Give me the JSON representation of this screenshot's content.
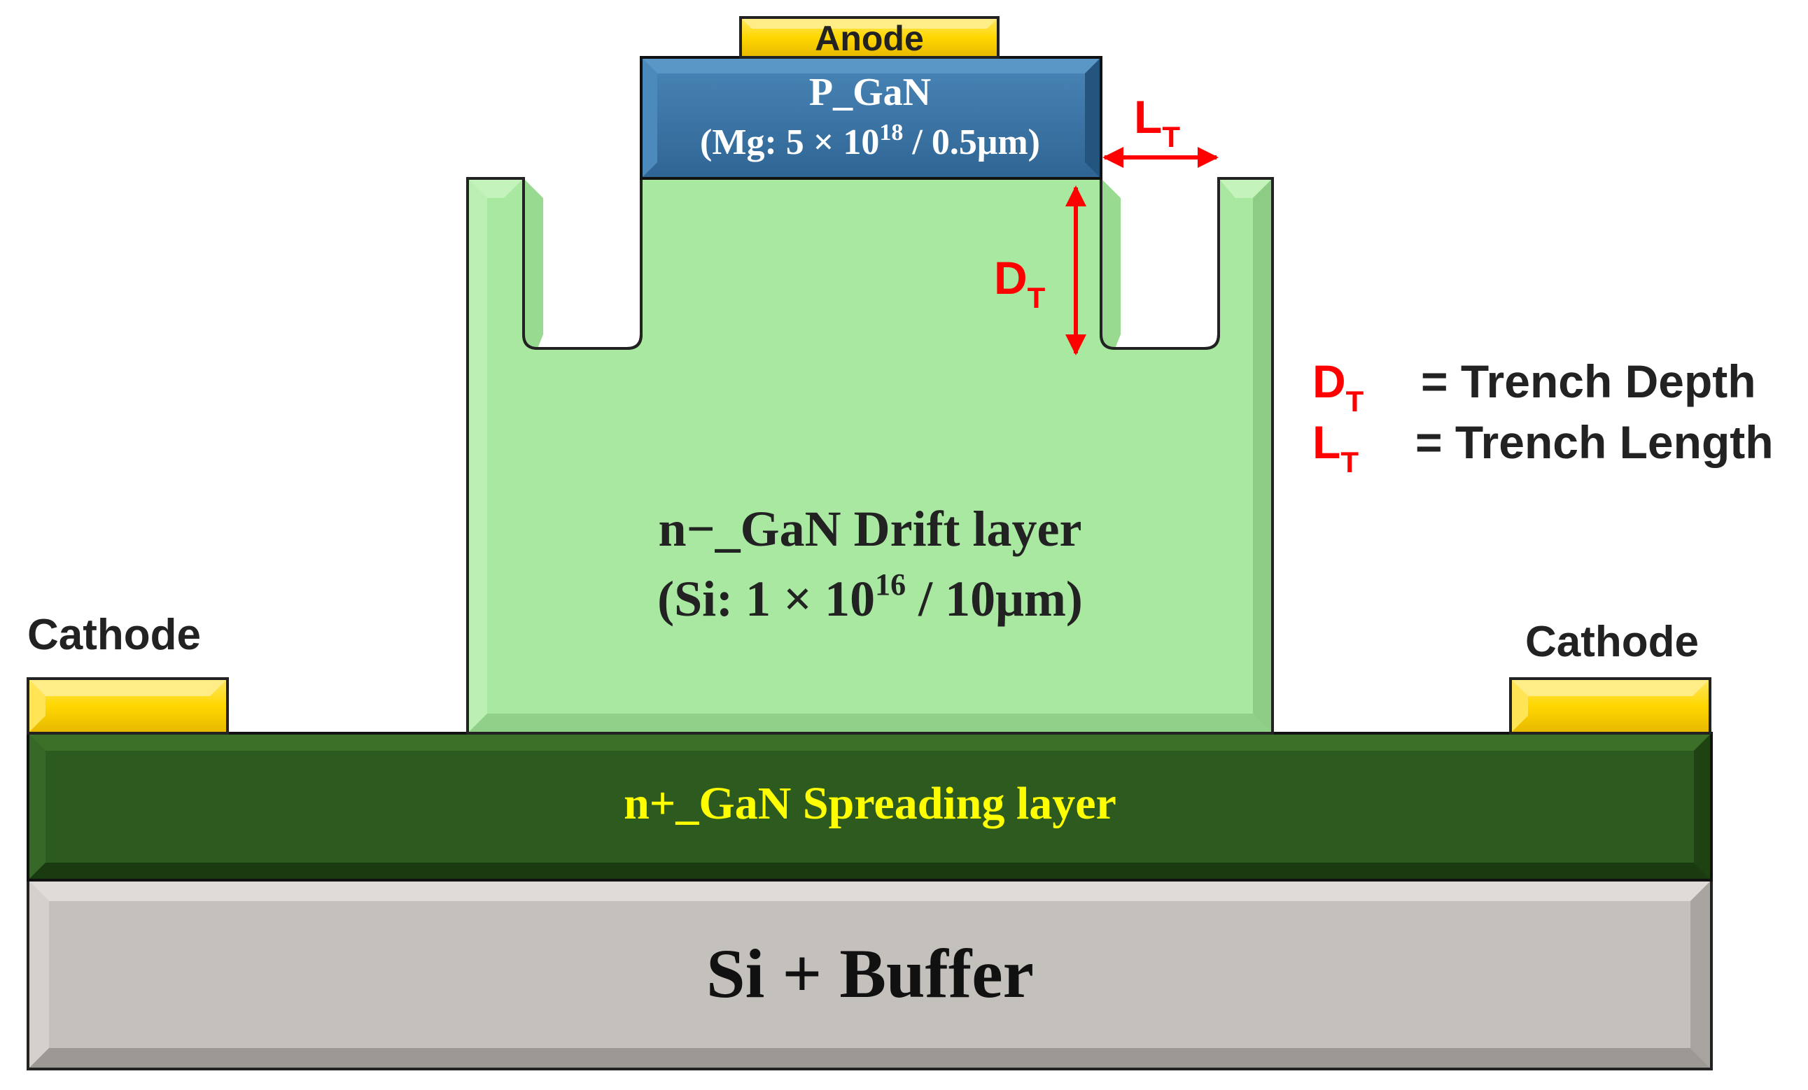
{
  "anode": {
    "label": "Anode"
  },
  "p_gan": {
    "name": "P_GaN",
    "doping_prefix": "(Mg: 5 × 10",
    "doping_exp": "18",
    "doping_suffix": " / 0.5μm)"
  },
  "drift_layer": {
    "name": "n−_GaN Drift layer",
    "doping_prefix": "(Si: 1 × 10",
    "doping_exp": "16",
    "doping_suffix": " / 10μm)"
  },
  "spreading_layer": {
    "name": "n+_GaN Spreading layer"
  },
  "substrate": {
    "name": "Si + Buffer"
  },
  "cathode_left": {
    "label": "Cathode"
  },
  "cathode_right": {
    "label": "Cathode"
  },
  "dimensions": {
    "depth": {
      "symbol": "D",
      "sub": "T"
    },
    "length": {
      "symbol": "L",
      "sub": "T"
    }
  },
  "legend": [
    {
      "symbol": "D",
      "sub": "T",
      "definition": "= Trench Depth"
    },
    {
      "symbol": "L",
      "sub": "T",
      "definition": "= Trench Length"
    }
  ],
  "colors": {
    "anode_gold": "#FFD700",
    "p_gan_blue": "#3F78A8",
    "drift_green": "#A8E8A0",
    "spreading_dark_green": "#2D5A1F",
    "spreading_text_yellow": "#FFFF00",
    "substrate_gray": "#C4C0BC",
    "annotation_red": "#FF0000"
  }
}
